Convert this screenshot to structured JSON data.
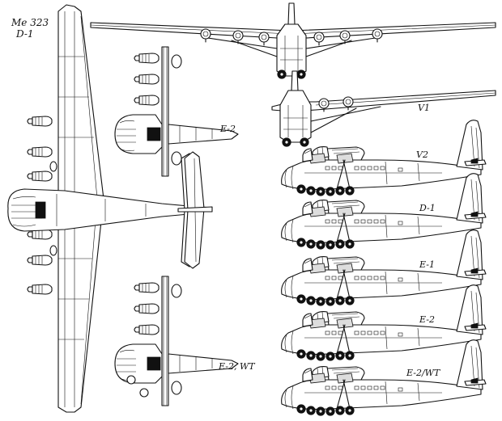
{
  "labels": {
    "title_line1": "Me 323",
    "title_line2": "D-1",
    "view_e2": "E-2",
    "view_e2_wt": "E-2, WT",
    "view_v1": "V1",
    "side_v2": "V2",
    "side_d1": "D-1",
    "side_e1": "E-1",
    "side_e2": "E-2",
    "side_e2_wt": "E-2/WT"
  },
  "colors": {
    "line": "#111111",
    "background": "#ffffff"
  }
}
